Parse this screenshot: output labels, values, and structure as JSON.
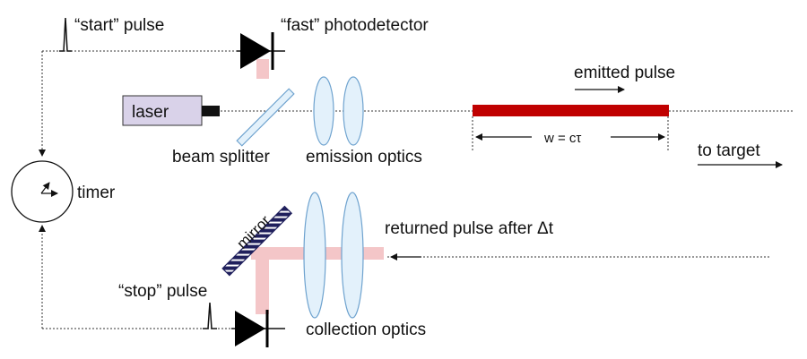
{
  "labels": {
    "start_pulse": "“start” pulse",
    "fast_photodetector": "“fast” photodetector",
    "laser": "laser",
    "beam_splitter": "beam splitter",
    "emission_optics": "emission optics",
    "emitted_pulse": "emitted pulse",
    "pulse_width": "w = cτ",
    "to_target": "to target",
    "timer": "timer",
    "mirror": "mirror",
    "returned_pulse": "returned pulse after Δt",
    "stop_pulse": "“stop” pulse",
    "collection_optics": "collection optics"
  },
  "colors": {
    "emitted_pulse": "#c00000",
    "returned_beam": "#f4c6c8",
    "lens_fill": "#e3f1fb",
    "lens_stroke": "#6fa3cf",
    "laser_body": "#d9d2e9",
    "photodetector": "#000000",
    "mirror_body": "#1f1f5c"
  }
}
